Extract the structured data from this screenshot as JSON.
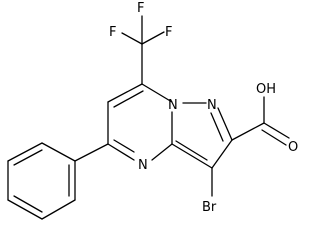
{
  "molecule": {
    "atom_labels": {
      "f1": "F",
      "f2": "F",
      "f3": "F",
      "n_bridge": "N",
      "n_pyrazole": "N",
      "n_pyrimidine": "N",
      "oh": "OH",
      "o": "O",
      "br": "Br"
    }
  },
  "colors": {
    "bond": "#000000",
    "background": "#ffffff"
  }
}
